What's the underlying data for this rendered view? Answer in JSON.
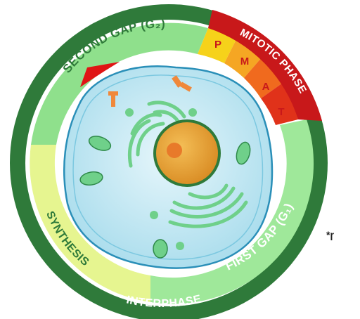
{
  "diagram": {
    "outer_label": "INTERPHASE",
    "phases": {
      "g2": "SECOND GAP (G₂)",
      "synthesis": "SYNTHESIS",
      "g1": "FIRST GAP (G₁)",
      "mitotic": "MITOTIC PHASE"
    },
    "mitosis_stages": [
      "P",
      "M",
      "A",
      "T"
    ],
    "stray_mark": "*ɼ",
    "colors": {
      "interphase_ring": "#2f7a3a",
      "g2_band": "#8fe08c",
      "synthesis_band": "#e6f590",
      "g1_band": "#9fe89a",
      "mitotic_band": "#c8181a",
      "mitotic_gradient": [
        "#f6d21a",
        "#f5a623",
        "#f06a1e",
        "#e0321a"
      ],
      "cell": "#c9eaf4",
      "nucleus": "#e8a53a",
      "organelle": "#6fd08a",
      "arrow": "#e01515"
    }
  }
}
